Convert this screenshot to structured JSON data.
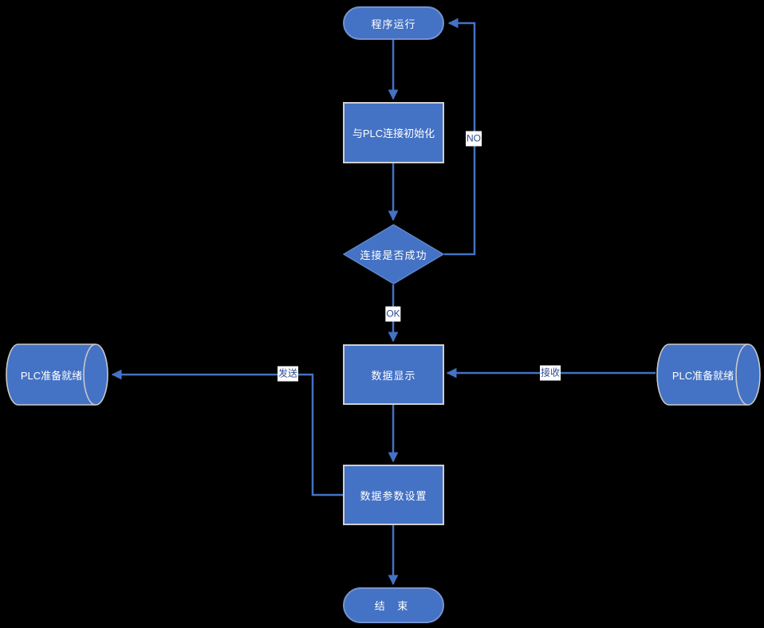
{
  "diagram": {
    "title": "PLC program flowchart",
    "colors": {
      "background": "#000000",
      "shape_fill": "#4472C4",
      "connector": "#4472C4",
      "shape_text": "#FFFFFF",
      "edge_label_text": "#2F4B8F",
      "edge_label_bg": "#FFFFFF",
      "process_border": "#CFCFCF",
      "terminator_border": "#7492CF"
    },
    "nodes": {
      "start": {
        "type": "terminator",
        "label": "程序运行"
      },
      "init": {
        "type": "process",
        "label": "与PLC连接初始化"
      },
      "decision": {
        "type": "decision",
        "label": "连接是否成功"
      },
      "display": {
        "type": "process",
        "label": "数据显示"
      },
      "params": {
        "type": "process",
        "label": "数据参数设置"
      },
      "end": {
        "type": "terminator",
        "label": "结 束"
      },
      "plc_left": {
        "type": "stored-data",
        "label": "PLC准备就绪"
      },
      "plc_right": {
        "type": "stored-data",
        "label": "PLC准备就绪"
      }
    },
    "edge_labels": {
      "no": "NO",
      "ok": "OK",
      "receive": "接收",
      "send": "发送"
    }
  }
}
